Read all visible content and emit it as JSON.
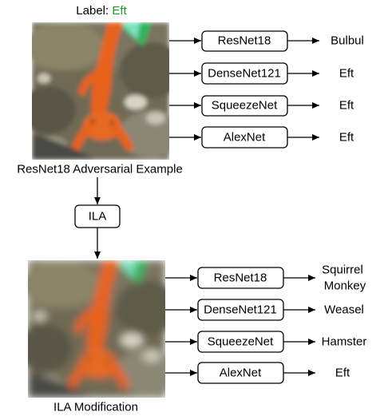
{
  "top": {
    "label_prefix": "Label: ",
    "label_value": "Eft",
    "caption": "ResNet18 Adversarial Example",
    "rows": [
      {
        "model": "ResNet18",
        "result": "Bulbul",
        "result_color": "#e8323c"
      },
      {
        "model": "DenseNet121",
        "result": "Eft",
        "result_color": "#1f9a2e"
      },
      {
        "model": "SqueezeNet",
        "result": "Eft",
        "result_color": "#1f9a2e"
      },
      {
        "model": "AlexNet",
        "result": "Eft",
        "result_color": "#1f9a2e"
      }
    ]
  },
  "ila_label": "ILA",
  "bottom": {
    "caption": "ILA Modification",
    "rows": [
      {
        "model": "ResNet18",
        "result_line1": "Squirrel",
        "result_line2": "Monkey",
        "result_color": "#e8323c"
      },
      {
        "model": "DenseNet121",
        "result_line1": "Weasel",
        "result_line2": "",
        "result_color": "#e8323c"
      },
      {
        "model": "SqueezeNet",
        "result_line1": "Hamster",
        "result_line2": "",
        "result_color": "#e8323c"
      },
      {
        "model": "AlexNet",
        "result_line1": "Eft",
        "result_line2": "",
        "result_color": "#1f9a2e"
      }
    ]
  },
  "colors": {
    "correct": "#1f9a2e",
    "wrong": "#e8323c",
    "salamander": "#e8621f"
  },
  "images": {
    "top": "orange eft salamander photo",
    "bottom": "blurred orange eft salamander photo"
  }
}
